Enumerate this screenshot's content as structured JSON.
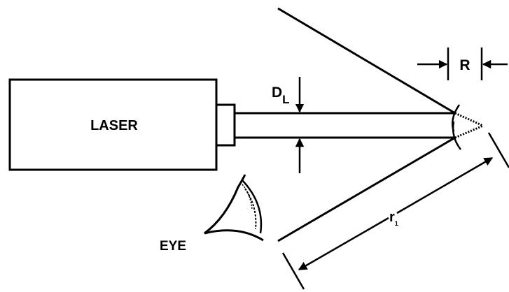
{
  "diagram": {
    "laser_label": "LASER",
    "beam_diameter_symbol": "D",
    "beam_diameter_subscript": "L",
    "radius_label": "R",
    "distance_symbol": "r",
    "distance_subscript": "1",
    "eye_label": "EYE"
  },
  "colors": {
    "ink": "#000000",
    "background": "#ffffff"
  }
}
